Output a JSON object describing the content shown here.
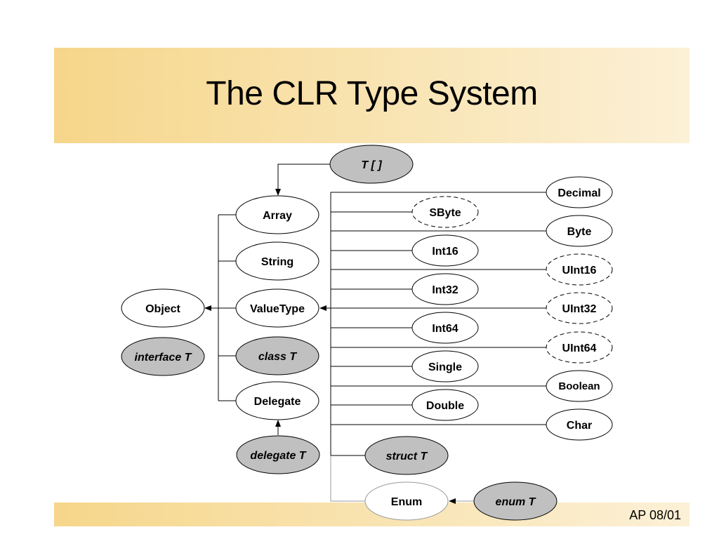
{
  "slide": {
    "title": "The CLR Type System",
    "footer": "AP 08/01"
  },
  "colors": {
    "banner_start": "#f6d68a",
    "banner_end": "#fcf0d6",
    "abstract_fill": "#c0c0c0",
    "node_fill": "#ffffff",
    "stroke": "#000000"
  },
  "diagram": {
    "nodes": {
      "tarray": {
        "label": "T [ ]",
        "style": "generic"
      },
      "object": {
        "label": "Object",
        "style": "solid"
      },
      "interface_t": {
        "label": "interface T",
        "style": "generic"
      },
      "array": {
        "label": "Array",
        "style": "solid"
      },
      "string": {
        "label": "String",
        "style": "solid"
      },
      "valuetype": {
        "label": "ValueType",
        "style": "solid"
      },
      "class_t": {
        "label": "class T",
        "style": "generic"
      },
      "delegate": {
        "label": "Delegate",
        "style": "solid"
      },
      "delegate_t": {
        "label": "delegate T",
        "style": "generic"
      },
      "decimal": {
        "label": "Decimal",
        "style": "solid"
      },
      "sbyte": {
        "label": "SByte",
        "style": "dashed"
      },
      "byte": {
        "label": "Byte",
        "style": "solid"
      },
      "int16": {
        "label": "Int16",
        "style": "solid"
      },
      "uint16": {
        "label": "UInt16",
        "style": "dashed"
      },
      "int32": {
        "label": "Int32",
        "style": "solid"
      },
      "uint32": {
        "label": "UInt32",
        "style": "dashed"
      },
      "int64": {
        "label": "Int64",
        "style": "solid"
      },
      "uint64": {
        "label": "UInt64",
        "style": "dashed"
      },
      "single": {
        "label": "Single",
        "style": "solid"
      },
      "boolean": {
        "label": "Boolean",
        "style": "solid"
      },
      "double": {
        "label": "Double",
        "style": "solid"
      },
      "char": {
        "label": "Char",
        "style": "solid"
      },
      "struct_t": {
        "label": "struct T",
        "style": "generic"
      },
      "enum": {
        "label": "Enum",
        "style": "solid"
      },
      "enum_t": {
        "label": "enum T",
        "style": "generic"
      }
    },
    "edges": [
      {
        "from": "tarray",
        "to": "array"
      },
      {
        "from": "array",
        "to": "object"
      },
      {
        "from": "string",
        "to": "object"
      },
      {
        "from": "valuetype",
        "to": "object"
      },
      {
        "from": "class_t",
        "to": "object"
      },
      {
        "from": "delegate",
        "to": "object"
      },
      {
        "from": "delegate_t",
        "to": "delegate"
      },
      {
        "from": "decimal",
        "to": "valuetype"
      },
      {
        "from": "sbyte",
        "to": "valuetype"
      },
      {
        "from": "byte",
        "to": "valuetype"
      },
      {
        "from": "int16",
        "to": "valuetype"
      },
      {
        "from": "uint16",
        "to": "valuetype"
      },
      {
        "from": "int32",
        "to": "valuetype"
      },
      {
        "from": "uint32",
        "to": "valuetype"
      },
      {
        "from": "int64",
        "to": "valuetype"
      },
      {
        "from": "uint64",
        "to": "valuetype"
      },
      {
        "from": "single",
        "to": "valuetype"
      },
      {
        "from": "boolean",
        "to": "valuetype"
      },
      {
        "from": "double",
        "to": "valuetype"
      },
      {
        "from": "char",
        "to": "valuetype"
      },
      {
        "from": "struct_t",
        "to": "valuetype"
      },
      {
        "from": "enum",
        "to": "valuetype"
      },
      {
        "from": "enum_t",
        "to": "enum"
      }
    ]
  }
}
